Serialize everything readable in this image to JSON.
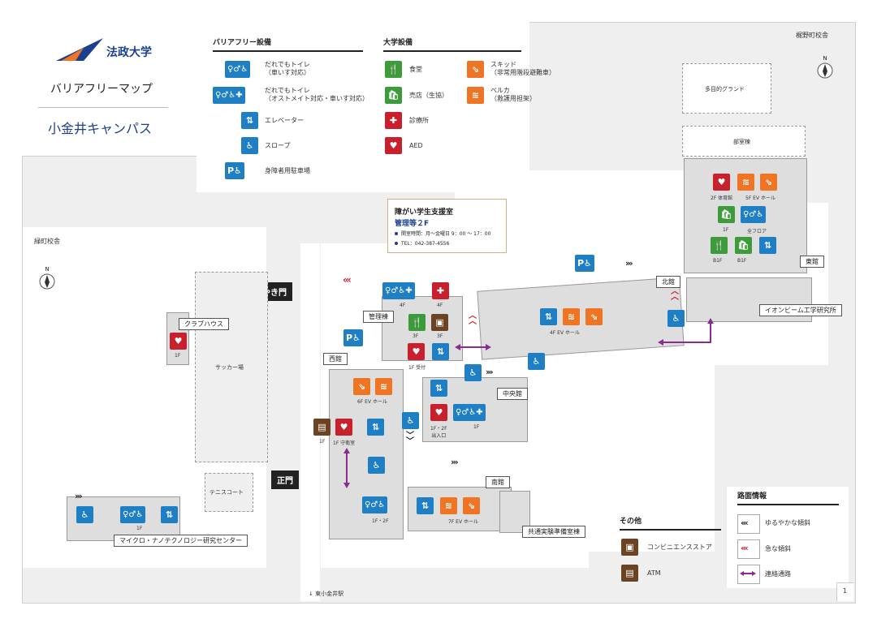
{
  "title": {
    "logo_text": "法政大学",
    "map_name": "バリアフリーマップ",
    "campus": "小金井キャンパス"
  },
  "colors": {
    "blue": "#1f7fc4",
    "green": "#3e9b3a",
    "red": "#c8212d",
    "brown": "#6b4322",
    "orange": "#ef7423",
    "purple": "#8a2c8e",
    "campus_navy": "#1d3f8f"
  },
  "legend": {
    "barrier_free": {
      "heading": "バリアフリー設備",
      "items": [
        {
          "label": "だれでもトイレ\n（車いす対応）",
          "icon": "accessible-toilet-icon"
        },
        {
          "label": "だれでもトイレ\n（オストメイト対応・車いす対応）",
          "icon": "ostomate-toilet-icon"
        },
        {
          "label": "エレベーター",
          "icon": "elevator-icon"
        },
        {
          "label": "スロープ",
          "icon": "slope-icon"
        },
        {
          "label": "身障者用駐車場",
          "icon": "accessible-parking-icon"
        }
      ]
    },
    "facilities": {
      "heading": "大学設備",
      "items": [
        {
          "label": "食堂",
          "icon": "cafeteria-icon"
        },
        {
          "label": "売店（生協）",
          "icon": "shop-icon"
        },
        {
          "label": "診療所",
          "icon": "clinic-icon"
        },
        {
          "label": "AED",
          "icon": "aed-icon"
        },
        {
          "label": "スキッド\n（非常用階段避難車）",
          "icon": "skid-icon"
        },
        {
          "label": "ベルカ\n（救護用担架）",
          "icon": "stretcher-icon"
        }
      ]
    },
    "other": {
      "heading": "その他",
      "items": [
        {
          "label": "コンビニエンスストア",
          "icon": "convenience-store-icon"
        },
        {
          "label": "ATM",
          "icon": "atm-icon"
        }
      ]
    },
    "road": {
      "heading": "路面情報",
      "items": [
        {
          "label": "ゆるやかな傾斜",
          "icon": "gentle-slope-chevron-icon"
        },
        {
          "label": "急な傾斜",
          "icon": "steep-slope-chevron-icon"
        },
        {
          "label": "連絡通路",
          "icon": "connecting-passage-arrow-icon"
        }
      ]
    }
  },
  "support_office": {
    "title": "障がい学生支援室",
    "location": "管理等２F",
    "hours": "開室時間：月〜金曜日 9：00 〜 17：00",
    "tel": "TEL：042-387-4556"
  },
  "labels": {
    "kajino": "梶野町校舎",
    "midoricho": "緑町校舎",
    "keyaki_gate": "けやき門",
    "main_gate": "正門",
    "station": "東小金井駅",
    "club_house": "クラブハウス",
    "soccer": "サッカー場",
    "tennis": "テニスコート",
    "micro_nano": "マイクロ・ナノテクノロジー研究センター",
    "kanri": "管理棟",
    "nishi": "西館",
    "chuo": "中央館",
    "kita": "北館",
    "minami": "南館",
    "higashi": "東館",
    "ion_beam": "イオンビーム工学研究所",
    "kyotsu": "共通実験準備室棟",
    "ground": "多目的グランド",
    "bushitsu": "部室棟",
    "page": "1",
    "north": "N"
  },
  "captions": {
    "kanri_4f": "4F",
    "kanri_4f_b": "4F",
    "kanri_3f": "3F",
    "kanri_3f_b": "3F",
    "kanri_1f": "1F 受付",
    "club_1f": "1F",
    "nishi_6f": "6F EV ホール",
    "nishi_1f": "1F",
    "nishi_1f_guard": "1F 守衛室",
    "nishi_1f2f": "1F・2F",
    "chuo_entrance": "1F・2F\n出入口",
    "chuo_1f": "1F",
    "kita_4f": "4F EV ホール",
    "minami_7f": "7F EV ホール",
    "micro_1f": "1F",
    "higashi_2f_gym": "2F 体育館",
    "higashi_5f": "5F EV ホール",
    "higashi_1f": "1F",
    "higashi_all": "全フロア",
    "higashi_b1f": "B1F",
    "higashi_b1f_b": "B1F"
  }
}
